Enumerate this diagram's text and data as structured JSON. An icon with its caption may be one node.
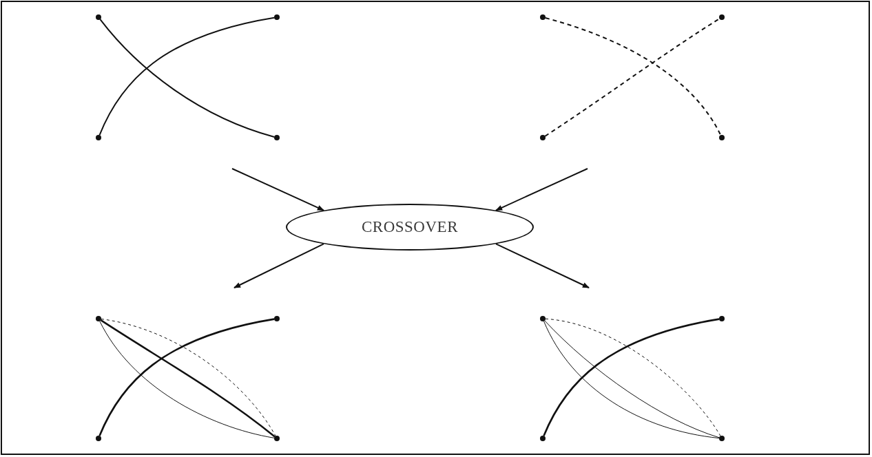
{
  "diagram": {
    "nodes": [
      {
        "text": [],
        "shape": "circle"
      },
      {
        "text": [],
        "shape": "circle"
      },
      {
        "text": [],
        "shape": "circle"
      },
      {
        "text": [],
        "shape": "circle"
      },
      {
        "text": [],
        "shape": "circle"
      },
      {
        "text": [],
        "shape": "circle"
      },
      {
        "text": [],
        "shape": "circle"
      },
      {
        "text": [],
        "shape": "circle"
      },
      {
        "text": [
          "CROSSOVER"
        ]
      },
      {
        "text": [],
        "shape": "circle"
      },
      {
        "text": [],
        "shape": "circle"
      },
      {
        "text": [],
        "shape": "circle"
      },
      {
        "text": [],
        "shape": "circle"
      },
      {
        "text": [],
        "shape": "circle"
      },
      {
        "text": [],
        "shape": "circle"
      },
      {
        "text": [],
        "shape": "circle"
      },
      {
        "text": [],
        "shape": "circle"
      }
    ],
    "edges": [
      {
        "from": 0,
        "to": 3,
        "arrow": "none"
      },
      {
        "from": 2,
        "to": 1,
        "arrow": "none"
      },
      {
        "from": 4,
        "to": 7,
        "arrow": "none",
        "style": "dashed"
      },
      {
        "from": 6,
        "to": 5,
        "arrow": "none",
        "style": "dashed"
      },
      {
        "from": null,
        "to": 8,
        "arrow": "to"
      },
      {
        "from": null,
        "to": 8,
        "arrow": "to"
      },
      {
        "from": 8,
        "to": null,
        "arrow": "to"
      },
      {
        "from": 8,
        "to": null,
        "arrow": "to"
      },
      {
        "from": 11,
        "to": 10,
        "arrow": "none"
      },
      {
        "from": 9,
        "to": 12,
        "arrow": "none"
      },
      {
        "from": 9,
        "to": 12,
        "arrow": "none",
        "style": "dashed"
      },
      {
        "from": 9,
        "to": 12,
        "arrow": "none"
      },
      {
        "from": 15,
        "to": 14,
        "arrow": "none"
      },
      {
        "from": 13,
        "to": 16,
        "arrow": "none",
        "style": "dashed"
      },
      {
        "from": 13,
        "to": 16,
        "arrow": "none"
      },
      {
        "from": 13,
        "to": 16,
        "arrow": "none"
      }
    ]
  }
}
